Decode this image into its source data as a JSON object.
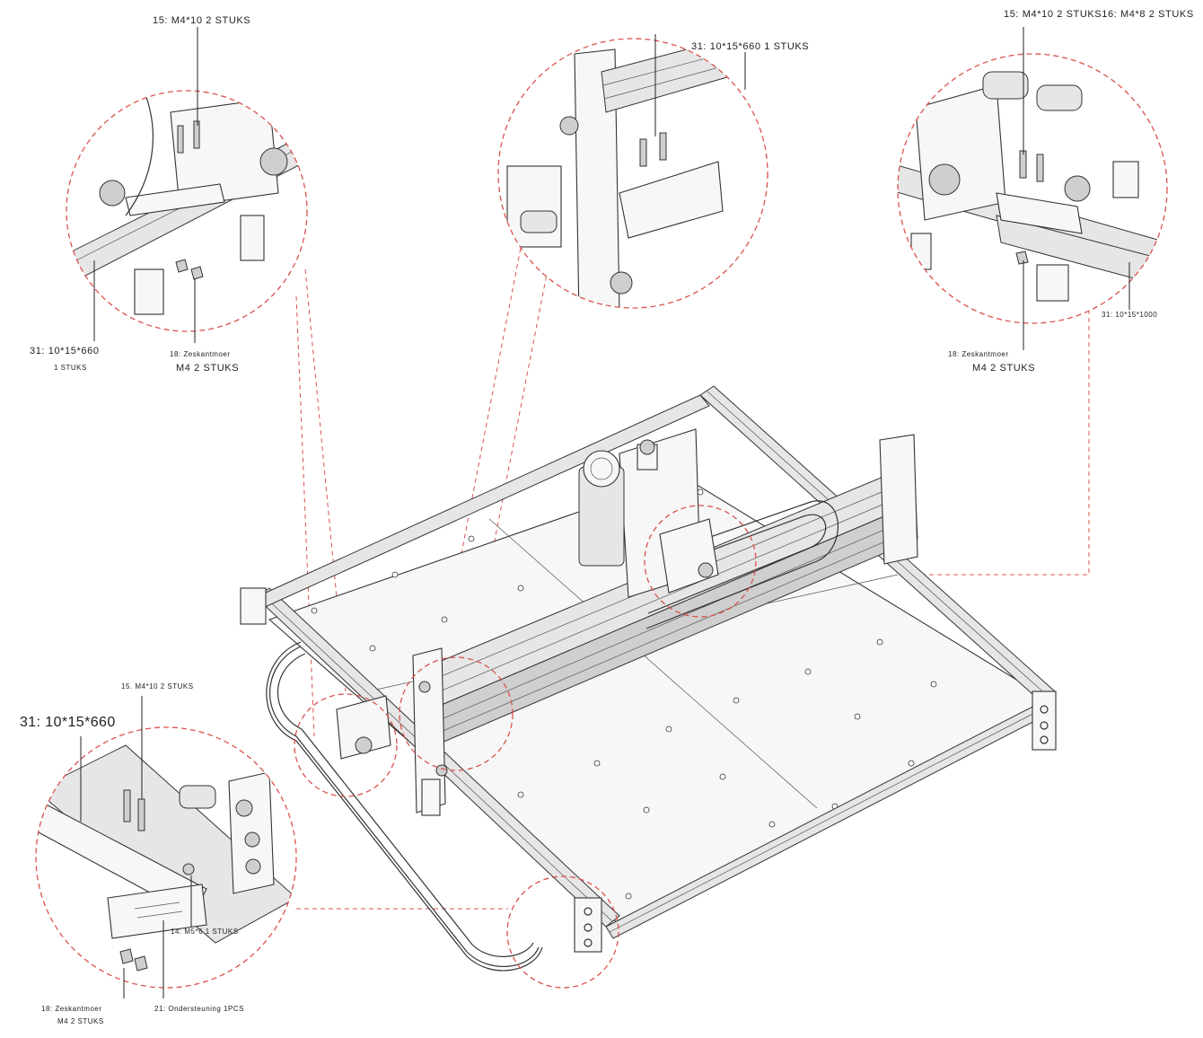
{
  "diagram": {
    "accent_color": "#d9534f",
    "detail_top_left": {
      "screw_label": "15: M4*10  2  STUKS",
      "profile_label_line1": "31:  10*15*660",
      "profile_label_line2": "1  STUKS",
      "nut_label_line1": "18:  Zeskantmoer",
      "nut_label_line2": "M4  2  STUKS"
    },
    "detail_top_center": {
      "profile_label": "31:  10*15*660  1  STUKS"
    },
    "detail_top_right": {
      "screw_label": "15: M4*10  2  STUKS16: M4*8  2  STUKS",
      "profile_label": "31:  10*15*1000",
      "nut_label_line1": "18:  Zeskantmoer",
      "nut_label_line2": "M4  2  STUKS"
    },
    "detail_bottom_left": {
      "screw_label": "15. M4*10  2  STUKS",
      "profile_label": "31:  10*15*660",
      "bolt_label": "14:  M5*6  1  STUKS",
      "nut_label_line1": "18:  Zeskantmoer",
      "nut_label_line2": "M4  2  STUKS",
      "support_label": "21:  Ondersteuning  1PCS"
    }
  }
}
